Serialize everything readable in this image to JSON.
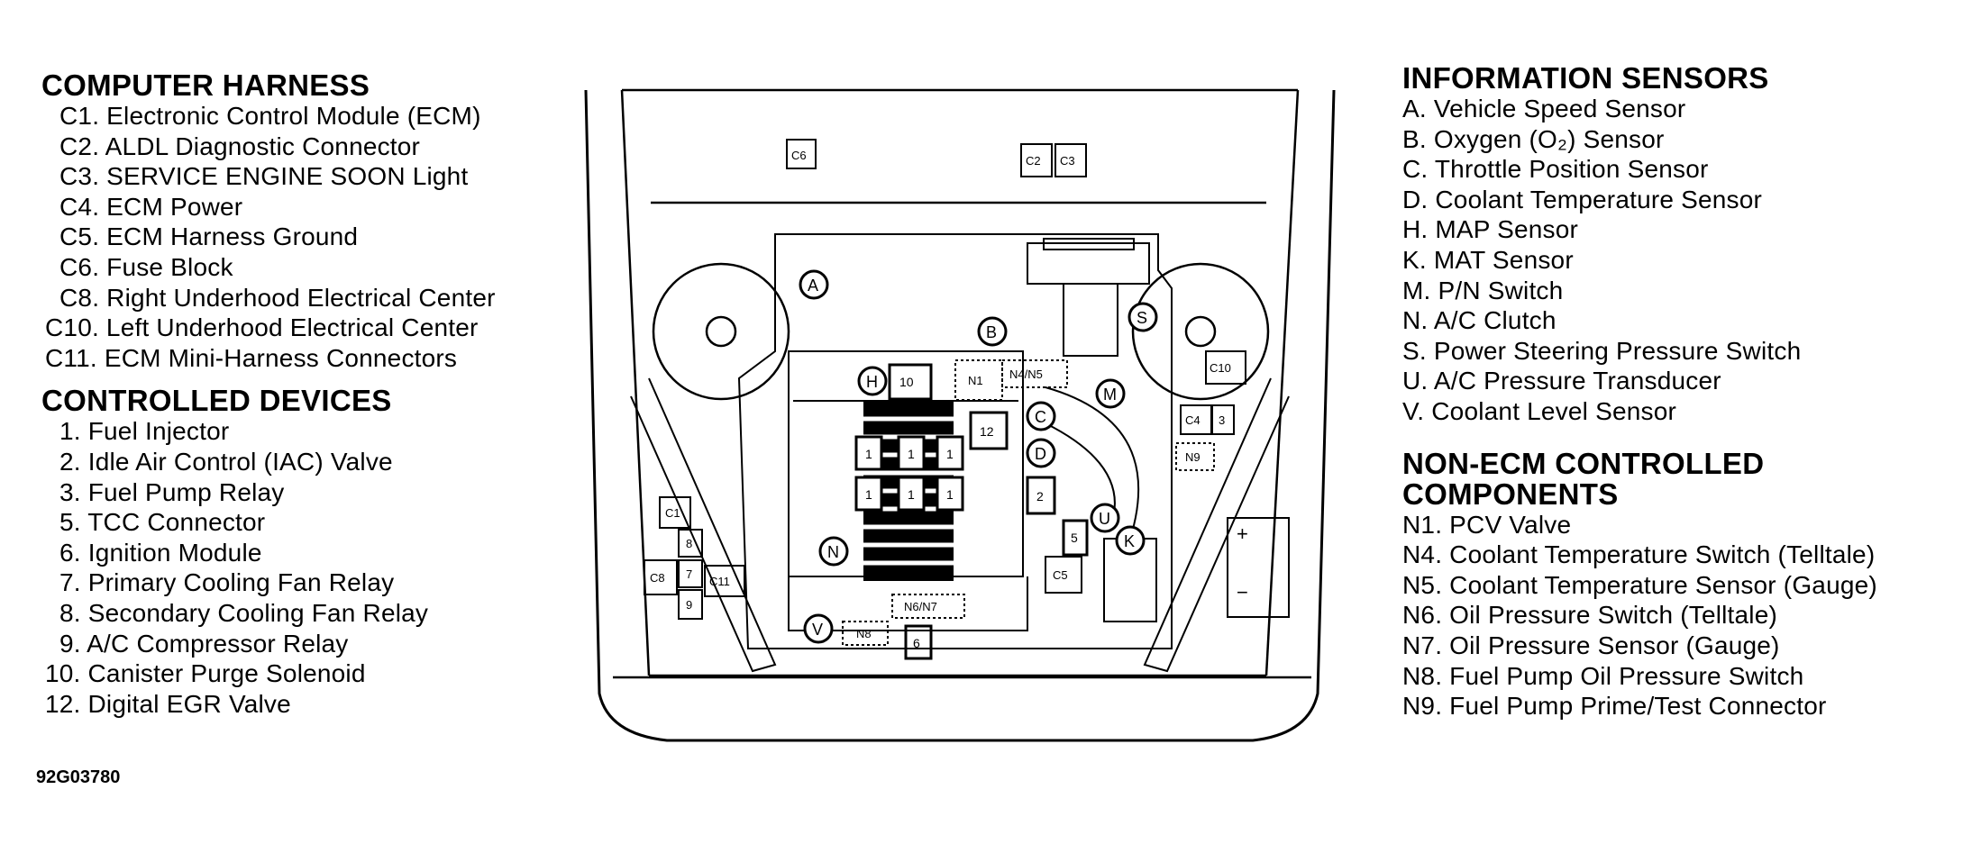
{
  "computer_harness": {
    "heading": "COMPUTER HARNESS",
    "items": [
      "C1. Electronic Control Module (ECM)",
      "C2. ALDL Diagnostic Connector",
      "C3. SERVICE ENGINE SOON Light",
      "C4. ECM Power",
      "C5. ECM Harness Ground",
      "C6. Fuse Block",
      "C8. Right Underhood Electrical Center",
      "C10. Left Underhood Electrical Center",
      "C11. ECM Mini-Harness Connectors"
    ]
  },
  "controlled_devices": {
    "heading": "CONTROLLED DEVICES",
    "items": [
      "1. Fuel Injector",
      "2. Idle Air Control (IAC) Valve",
      "3. Fuel Pump Relay",
      "5. TCC Connector",
      "6. Ignition Module",
      "7. Primary Cooling Fan Relay",
      "8. Secondary Cooling Fan Relay",
      "9. A/C Compressor Relay",
      "10. Canister Purge Solenoid",
      "12. Digital EGR Valve"
    ]
  },
  "information_sensors": {
    "heading": "INFORMATION SENSORS",
    "items": [
      "A. Vehicle Speed Sensor",
      "B. Oxygen (O₂) Sensor",
      "C. Throttle Position Sensor",
      "D. Coolant Temperature Sensor",
      "H. MAP Sensor",
      "K. MAT Sensor",
      "M. P/N Switch",
      "N. A/C Clutch",
      "S. Power Steering Pressure Switch",
      "U. A/C Pressure Transducer",
      "V. Coolant Level Sensor"
    ]
  },
  "non_ecm": {
    "heading_line1": "NON-ECM CONTROLLED",
    "heading_line2": "COMPONENTS",
    "items": [
      "N1. PCV Valve",
      "N4. Coolant Temperature Switch (Telltale)",
      "N5. Coolant Temperature Sensor (Gauge)",
      "N6. Oil Pressure Switch (Telltale)",
      "N7. Oil Pressure Sensor (Gauge)",
      "N8. Fuel Pump Oil Pressure Switch",
      "N9. Fuel Pump Prime/Test Connector"
    ]
  },
  "figure_id": "92G03780",
  "diagram_labels": {
    "c6": "C6",
    "c2": "C2",
    "c3": "C3",
    "c10": "C10",
    "c4": "C4",
    "three": "3",
    "n9": "N9",
    "c1": "C1",
    "eight": "8",
    "c8": "C8",
    "seven": "7",
    "c11": "C11",
    "nine": "9",
    "h": "H",
    "ten": "10",
    "n1": "N1",
    "n4n5": "N4/N5",
    "b": "B",
    "a": "A",
    "s": "S",
    "m": "M",
    "c": "C",
    "d": "D",
    "twelve": "12",
    "two": "2",
    "one": "1",
    "u": "U",
    "k": "K",
    "five": "5",
    "c5": "C5",
    "n": "N",
    "n6n7": "N6/N7",
    "v": "V",
    "n8": "N8",
    "six": "6",
    "plus": "+",
    "minus": "−"
  }
}
